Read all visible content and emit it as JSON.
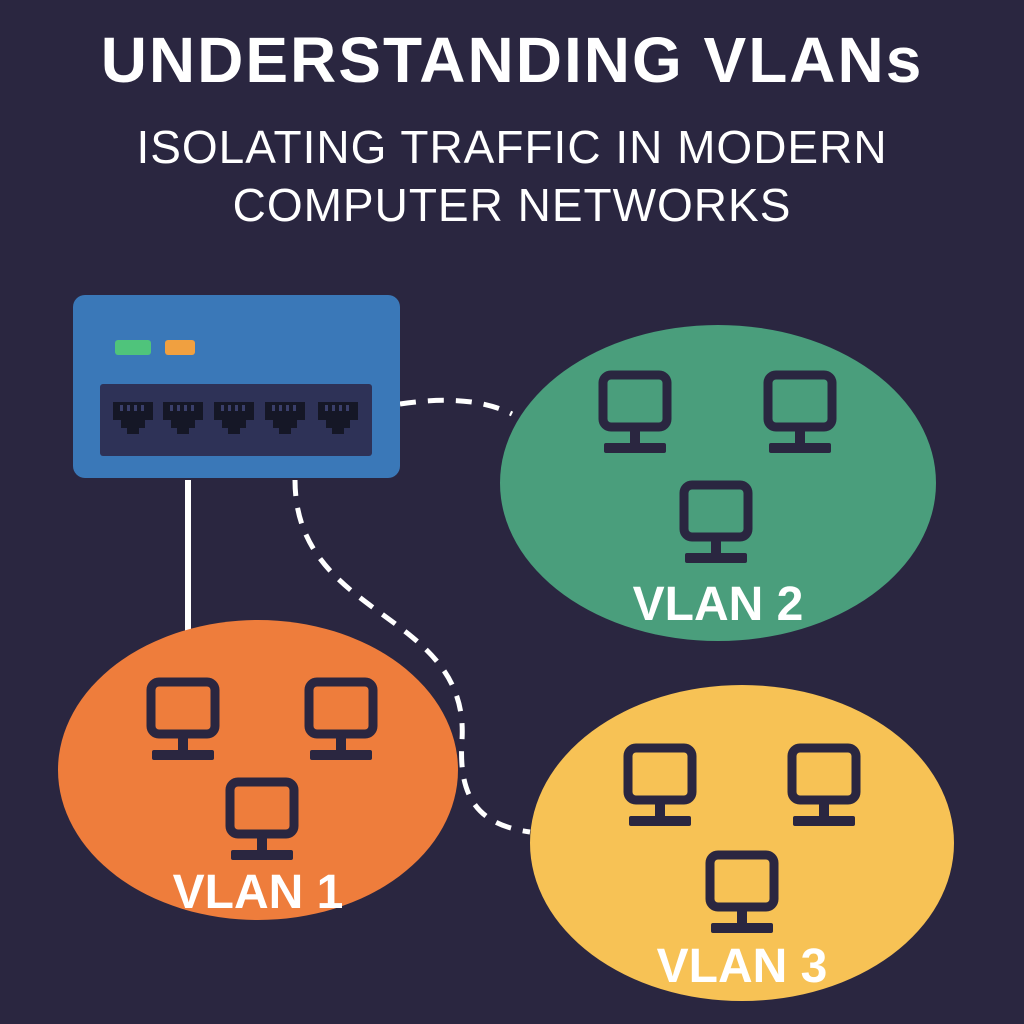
{
  "header": {
    "title": "UNDERSTANDING VLANs",
    "subtitle_lines": [
      "ISOLATING TRAFFIC IN MODERN",
      "COMPUTER NETWORKS"
    ]
  },
  "switch": {
    "port_count": 5,
    "indicator_colors": [
      "#4fc47b",
      "#f0a040"
    ],
    "color": "#3a78b8"
  },
  "vlans": [
    {
      "label": "VLAN 1",
      "color": "#ee7d3c",
      "computers": 3,
      "link": "solid"
    },
    {
      "label": "VLAN 2",
      "color": "#4a9e7c",
      "computers": 3,
      "link": "dashed"
    },
    {
      "label": "VLAN 3",
      "color": "#f7c255",
      "computers": 3,
      "link": "dashed"
    }
  ],
  "colors": {
    "background": "#2a2640",
    "link_line": "#ffffff",
    "computer_icon": "#2a2640"
  }
}
